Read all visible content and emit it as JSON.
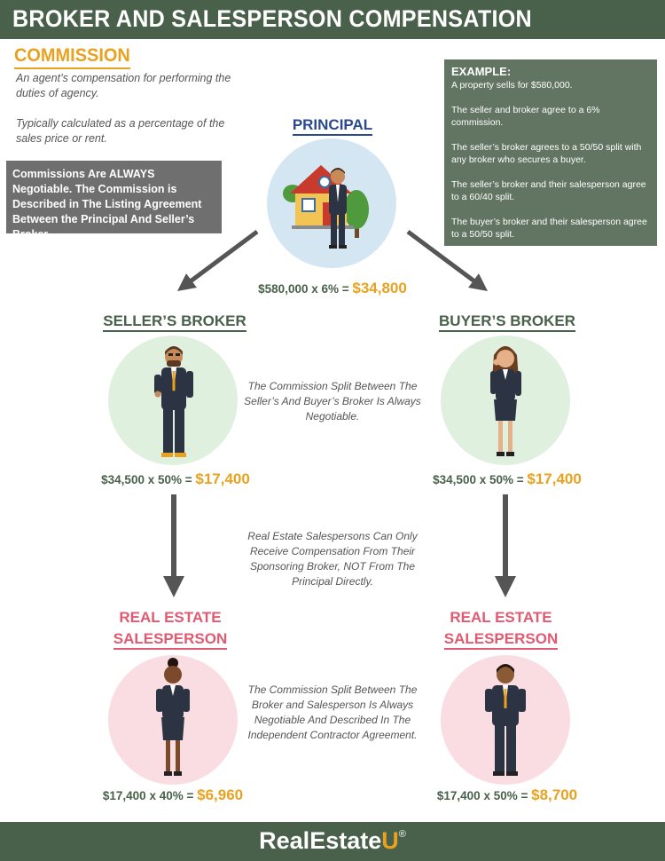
{
  "header": {
    "title": "BROKER AND SALESPERSON COMPENSATION"
  },
  "commission": {
    "title": "COMMISSION",
    "definition": "An agent’s compensation for performing the duties of agency.",
    "calculation": "Typically calculated as a percentage of the sales price or rent."
  },
  "negotiable_note": "Commissions Are ALWAYS Negotiable. The Commission is Described in The Listing Agreement Between the Principal And Seller’s Broker.",
  "example": {
    "heading": "EXAMPLE:",
    "lines": [
      "A property sells for $580,000.",
      "The seller and broker agree to a 6% commission.",
      "The seller’s broker agrees to a 50/50 split with any broker who secures a buyer.",
      "The seller’s broker and their salesperson agree to a 60/40 split.",
      "The buyer’s broker and their salesperson agree to a 50/50 split."
    ]
  },
  "principal": {
    "label": "PRINCIPAL",
    "calc_prefix": "$580,000 x 6% = ",
    "calc_result": "$34,800"
  },
  "sellers_broker": {
    "label": "SELLER’S BROKER",
    "calc_prefix": "$34,500 x 50% = ",
    "calc_result": "$17,400"
  },
  "buyers_broker": {
    "label": "BUYER’S BROKER",
    "calc_prefix": "$34,500 x 50% = ",
    "calc_result": "$17,400"
  },
  "left_salesperson": {
    "label_line1": "REAL ESTATE",
    "label_line2": "SALESPERSON",
    "calc_prefix": "$17,400 x 40% = ",
    "calc_result": "$6,960"
  },
  "right_salesperson": {
    "label_line1": "REAL ESTATE",
    "label_line2": "SALESPERSON",
    "calc_prefix": "$17,400 x 50% = ",
    "calc_result": "$8,700"
  },
  "notes": {
    "broker_split": "The Commission Split Between The Seller’s And Buyer’s Broker Is Always Negotiable.",
    "salesperson_comp": "Real Estate Salespersons Can Only Receive Compensation From Their Sponsoring Broker, NOT From The Principal Directly.",
    "contractor_agreement": "The Commission Split Between The Broker and Salesperson Is Always Negotiable And Described In The Independent Contractor Agreement."
  },
  "footer": {
    "logo_main": "RealEstate",
    "logo_accent": "U",
    "logo_mark": "®"
  },
  "colors": {
    "green": "#49604a",
    "orange": "#e8a21f",
    "blue": "#2a4a8c",
    "pink": "#e05a72",
    "gray_box": "#6f6f6f"
  }
}
